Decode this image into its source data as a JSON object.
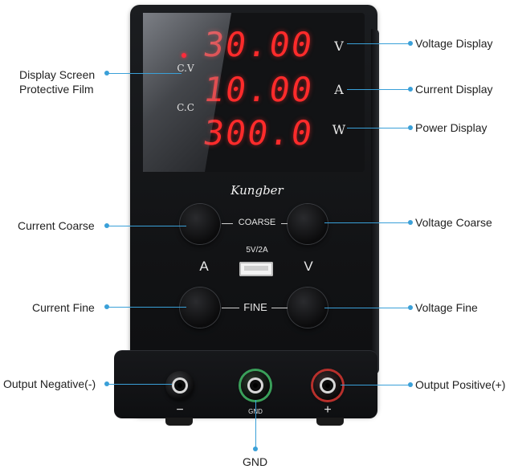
{
  "product": {
    "brand": "Kungber",
    "display": {
      "voltage_reading": "30.00",
      "current_reading": "10.00",
      "power_reading": "300.0",
      "unit_v": "V",
      "unit_a": "A",
      "unit_w": "W",
      "mode_cv": "C.V",
      "mode_cc": "C.C"
    },
    "controls": {
      "coarse_label": "COARSE",
      "fine_label": "FINE",
      "current_letter": "A",
      "voltage_letter": "V",
      "usb_label": "5V/2A"
    },
    "terminals": {
      "negative_mark": "−",
      "gnd_mark": "GND",
      "positive_mark": "+"
    }
  },
  "callouts": {
    "display_film": "Display Screen\nProtective Film",
    "voltage_display": "Voltage Display",
    "current_display": "Current Display",
    "power_display": "Power Display",
    "current_coarse": "Current Coarse",
    "voltage_coarse": "Voltage Coarse",
    "current_fine": "Current Fine",
    "voltage_fine": "Voltage Fine",
    "output_negative": "Output Negative(-)",
    "output_positive": "Output Positive(+)",
    "gnd": "GND"
  },
  "colors": {
    "callout": "#3aa0d8",
    "segment": "#ff2b2b",
    "gnd_ring": "#3aa05a",
    "positive_ring": "#b8302c"
  }
}
